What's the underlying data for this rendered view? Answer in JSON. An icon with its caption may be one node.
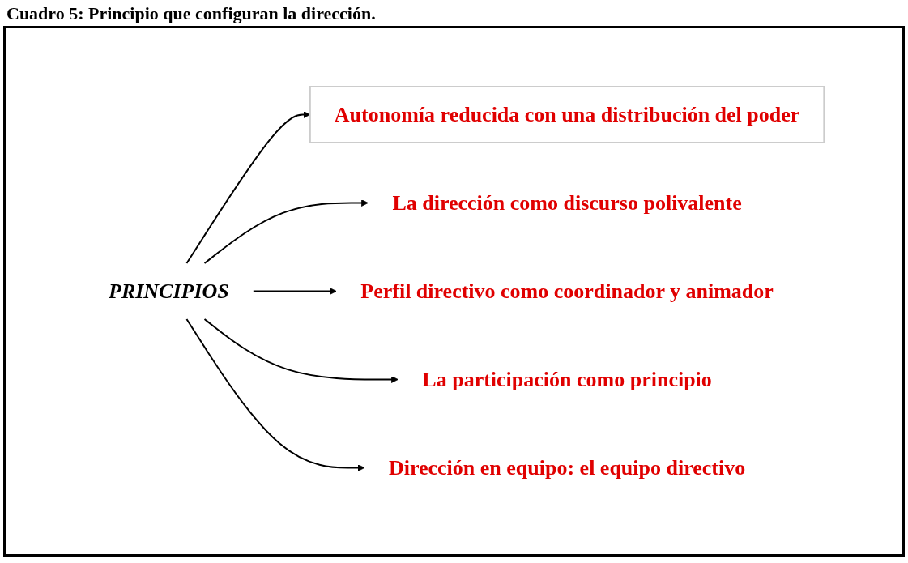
{
  "diagram": {
    "title": "Cuadro 5: Principio que configuran la dirección.",
    "nodes": [
      {
        "text": [
          "Autonomía reducida con una distribución del poder"
        ]
      },
      {
        "text": [
          "La dirección como discurso polivalente"
        ]
      },
      {
        "text": [
          "Perfil directivo como coordinador y animador"
        ]
      },
      {
        "text": [
          "PRINCIPIOS"
        ]
      },
      {
        "text": [
          "La participación como principio"
        ]
      },
      {
        "text": [
          "Dirección en equipo: el equipo directivo"
        ]
      }
    ],
    "edges": [
      {
        "from": 3,
        "to": 0,
        "arrow": "to"
      },
      {
        "from": 3,
        "to": 1,
        "arrow": "to"
      },
      {
        "from": 3,
        "to": 2,
        "arrow": "to"
      },
      {
        "from": 3,
        "to": 4,
        "arrow": "to"
      },
      {
        "from": 3,
        "to": 5,
        "arrow": "to"
      }
    ]
  }
}
